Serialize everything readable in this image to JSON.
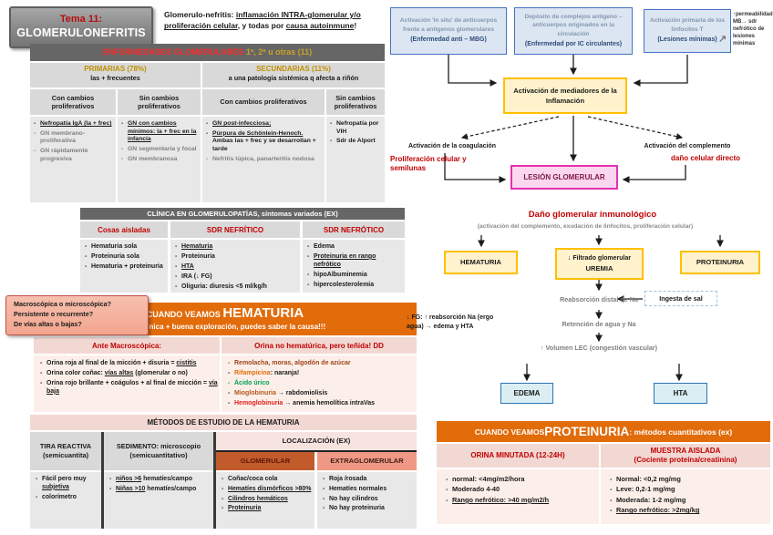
{
  "colors": {
    "accent_orange": "#E26B0A",
    "header_gray": "#666666",
    "red_accent": "#C00000",
    "gold_accent": "#BF8F00",
    "glomerular_bg": "#C25B2B",
    "extraglomerular_bg": "#F09886",
    "blue_box_border": "#4472C4",
    "yellow_box_border": "#FFC000",
    "lesion_border": "#E331B3"
  },
  "titlebox": {
    "tema": "Tema 11:",
    "title": "GLOMERULONEFRITIS"
  },
  "definition": {
    "p1": "Glomerulo-nefritis: ",
    "u1": "inflamación INTRA-glomerular y/o proliferación celular",
    "p2": ", y todas por ",
    "u2": "causa autoinmune",
    "p3": "!"
  },
  "enfermedades": {
    "header_red": "ENFERMEDADES GLOMERULARES",
    "header_tail": " 1ª, 2ª u otras (11)",
    "groups": [
      {
        "title": "PRIMARIAS (78%)",
        "sub": "las + frecuentes"
      },
      {
        "title": "SECUNDARIAS (11%)",
        "sub": "a una patología sistémica q afecta a riñón"
      }
    ],
    "cols": [
      {
        "header": "Con cambios proliferativos",
        "i1": "Nefropatía IgA (la + frec)",
        "i2": "GN membrano-proliferativa",
        "i3": "GN rápidamente progresiva"
      },
      {
        "header": "Sin cambios proliferativos",
        "i1": "GN con cambios mínimos: la + frec en la infancia",
        "i2": "GN segmentaria y focal",
        "i3": "GN membranosa"
      },
      {
        "header": "Con cambios proliferativos",
        "i1": "GN post-infecciosa;",
        "i2u": "Púrpura de Schönlein-Henoch.",
        "i2b": " Ambas las + frec y se desarrollan + tarde",
        "i3": "Nefritis lúpica, panarteritis nodosa"
      },
      {
        "header": "Sin cambios proliferativos",
        "i1": "Nefropatía por VIH",
        "i2": "Sdr de Alport"
      }
    ]
  },
  "clinica": {
    "header": "CLÍNICA EN GLOMERULOPATÍAS, síntomas variados (EX)",
    "col1": {
      "header": "Cosas aisladas",
      "i1": "Hematuria sola",
      "i2": "Proteinuria sola",
      "i3": "Hematuria + proteinuria"
    },
    "col2": {
      "header": "SDR NEFRÍTICO",
      "i1": "Hematuria",
      "i2": "Proteinuria",
      "i3": "HTA",
      "i4": "IRA (↓ FG)",
      "i5": "Oliguria: diuresis <5 ml/kg/h"
    },
    "col3": {
      "header": "SDR NEFRÓTICO",
      "i1": "Edema",
      "i2": "Proteinuria en rango nefrótico",
      "i3": "hipoAlbuminemia",
      "i4": "hipercolesterolemia"
    }
  },
  "callout": {
    "l1": "Macroscópica o microscópica?",
    "l2": "Persistente o recurrente?",
    "l3": "De vías altas o bajas?"
  },
  "hematuria": {
    "banner_pre": "CUANDO VEAMOS ",
    "banner_big": "HEMATURIA",
    "banner_sub": "Con clínica + buena exploración, puedes saber la causa!!!",
    "left": {
      "header": "Ante Macroscópica:",
      "i1a": "Orina roja al final de la micción + disuria = ",
      "i1u": "cistitis",
      "i2a": "Orina color coñac: ",
      "i2u": "vías altas",
      "i2b": " (glomerular o no)",
      "i3a": "Orina rojo brillante + coágulos + al final de micción = ",
      "i3u": "vía baja"
    },
    "right": {
      "header": "Orina no hematúrica, pero teñida! DD",
      "i1": "Remolacha, moras, algodón de azúcar",
      "i2a": "Rifampicina",
      "i2b": ": naranja!",
      "i3": "Ácido úrico",
      "i4a": "Mioglobinuria",
      "i4b": " → rabdomiolisis",
      "i5a": "Hemoglobinuria",
      "i5b": " → anemia hemolítica intraVas"
    }
  },
  "metodos": {
    "header": "MÉTODOS DE ESTUDIO DE LA HEMATURIA",
    "tira": {
      "h1": "TIRA REACTIVA",
      "h2": "(semicuantita)",
      "i1a": "Fácil pero muy ",
      "i1u": "subjetiva",
      "i2": "colorímetro"
    },
    "sedimento": {
      "h1": "SEDIMENTO: microscopio",
      "h2": "(semicuantitativo)",
      "i1u": "niños >6",
      "i1b": " hematíes/campo",
      "i2u": "Niñas >10",
      "i2b": " hematíes/campo"
    },
    "localizacion": {
      "header": "LOCALIZACIÓN (EX)",
      "glomerular": {
        "header": "GLOMERULAR",
        "i1": "Coñac/coca cola",
        "i2": "Hematíes dismórficos >80%",
        "i3": "Cilindros hemáticos",
        "i4": "Proteinuria"
      },
      "extraglomerular": {
        "header": "EXTRAGLOMERULAR",
        "i1": "Roja /rosada",
        "i2": "Hematíes normales",
        "i3": "No hay cilindros",
        "i4": "No hay proteinuria"
      }
    }
  },
  "flow": {
    "box1_main": "Activación 'in situ' de anticuerpos frente a antígenos glomerulares",
    "box1_sub": "(Enfermedad anti – MBG)",
    "box2_main": "Depósito de complejos antígeno – anticuerpos originados en la circulación",
    "box2_sub": "(Enfermedad por IC circulantes)",
    "box3_main": "Activación primaria de los linfocitos T",
    "box3_sub": "(Lesiones mínimas)",
    "note_arrow": "↗",
    "note": "↑permeabilidad MB→ sdr nefrótico de lesiones mínimas",
    "mediadores": "Activación de mediadores de la Inflamación",
    "coagulacion": "Activación de la coagulación",
    "coagulacion_red": "Proliferación celular y semilunas",
    "lesion": "LESIÓN GLOMERULAR",
    "complemento": "Activación del complemento",
    "complemento_red": "daño celular directo",
    "dano_title": "Daño glomerular inmunológico",
    "dano_sub": "(activación del complemento, exudación de linfocitos, proliferación celular)",
    "hematuria": "HEMATURIA",
    "filtrado": "↓ Filtrado glomerular",
    "uremia": "UREMIA",
    "proteinuria": "PROTEINURIA",
    "reabsorcion": "Reabsorción distal de Na",
    "ingesta": "Ingesta de sal",
    "fg_note": "↓ FG: ↑ reabsorción Na (ergo agua) → edema y HTA",
    "retencion": "Retención de agua y Na",
    "volumen": "↑ Volumen LEC (congestión vascular)",
    "edema": "EDEMA",
    "hta": "HTA"
  },
  "proteinuria": {
    "banner_pre": "CUANDO VEAMOS ",
    "banner_big": "PROTEINURIA",
    "banner_post": ": métodos cuantitativos (ex)",
    "col1": {
      "header": "ORINA MINUTADA (12-24H)",
      "i1": "normal: <4mg/m2/hora",
      "i2": "Moderado 4-40",
      "i3": "Rango nefrótico: >40 mg/m2/h"
    },
    "col2": {
      "header": "MUESTRA AISLADA",
      "header2": "(Cociente proteína/creatinina)",
      "i1": "Normal: <0,2 mg/mg",
      "i2": "Leve: 0,2-1 mg/mg",
      "i3": "Moderada: 1-2 mg/mg",
      "i4": "Rango nefrótico: >2mg/kg"
    }
  }
}
